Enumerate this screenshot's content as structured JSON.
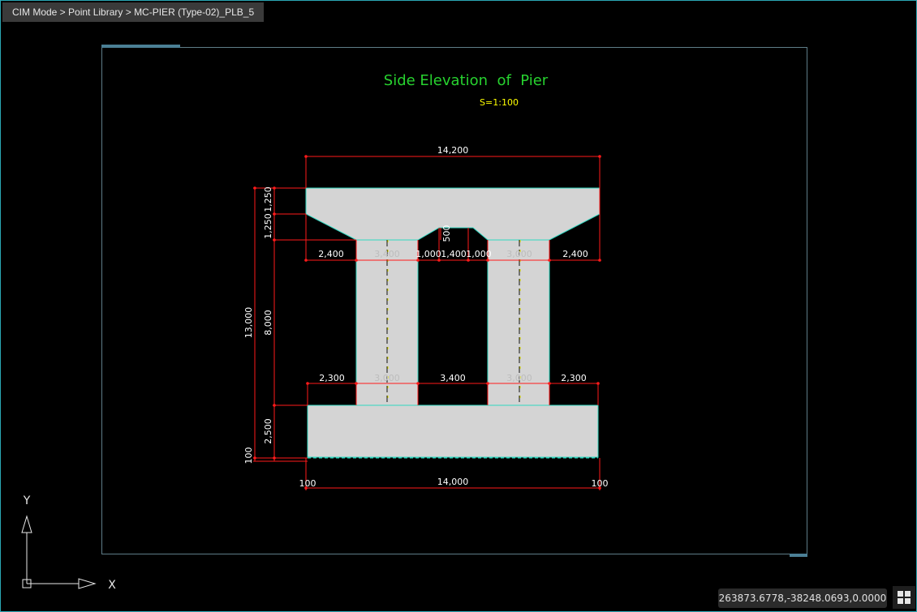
{
  "breadcrumb": "CIM Mode > Point Library > MC-PIER (Type-02)_PLB_5",
  "drawing": {
    "title": "Side Elevation  of  Pier",
    "scale": "S=1:100",
    "dims": {
      "top_width": "14,200",
      "cap_left": "2,400",
      "col_left_top": "3,400",
      "gap_a": "1,000",
      "gap_b": "1,400",
      "gap_c": "1,000",
      "col_right_top": "3,000",
      "cap_right": "2,400",
      "notch": "500",
      "base_left": "2,300",
      "col_left_bot": "3,000",
      "base_mid": "3,400",
      "col_right_bot": "3,000",
      "base_right": "2,300",
      "bottom_width": "14,000",
      "bottom_left": "100",
      "bottom_right": "100",
      "v_total": "13,000",
      "v_column": "8,000",
      "v_cap1": "1,250",
      "v_cap2": "1,250",
      "v_footing": "2,500",
      "v_bottom": "100"
    },
    "colors": {
      "title": "#27d22f",
      "scale": "#ffff00",
      "dim_line": "#ff1a1a",
      "concrete": "#d4d4d4",
      "outline": "#2fd7c0",
      "axis": "#e8e8e8"
    }
  },
  "axes": {
    "x_label": "X",
    "y_label": "Y"
  },
  "coordinates": "263873.6778,-38248.0693,0.0000",
  "icons": {
    "grid": "grid-icon",
    "ucs": "ucs-axis-icon"
  }
}
